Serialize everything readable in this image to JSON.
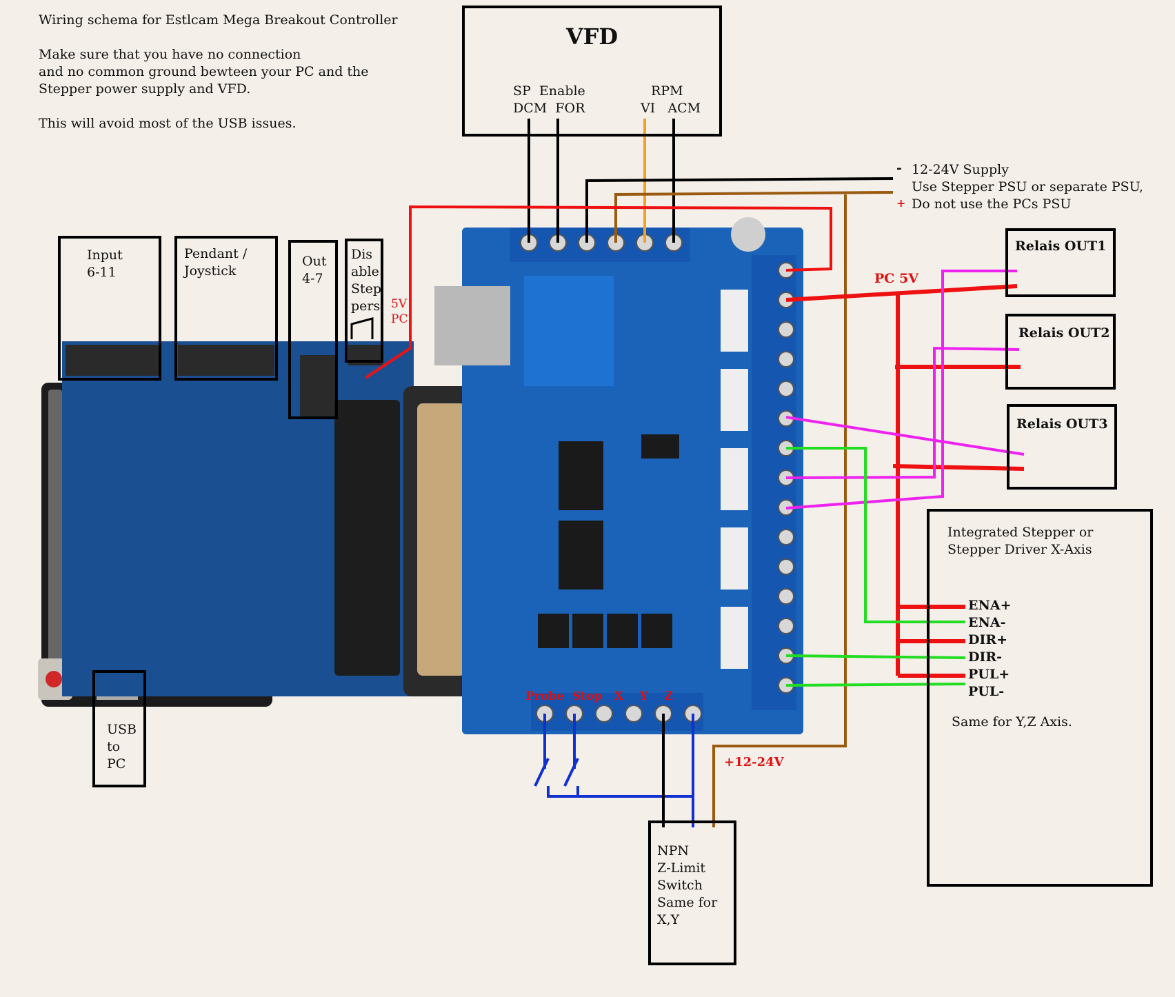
{
  "header": {
    "title": "Wiring schema for Estlcam Mega Breakout Controller",
    "line1": "Make sure that you have no connection",
    "line2": "and no common ground bewteen your PC and the",
    "line3": "Stepper power supply and VFD.",
    "line4": "This will avoid most of the USB issues."
  },
  "vfd": {
    "title": "VFD",
    "sp_enable": "SP  Enable",
    "dcm_for": "DCM  FOR",
    "rpm": "RPM",
    "vi_acm": "VI   ACM"
  },
  "supply": {
    "minus": "-",
    "line1": "12-24V Supply",
    "line2": "Use Stepper PSU or separate PSU,",
    "plus": "+",
    "line3": "Do not use the PCs PSU"
  },
  "boxes": {
    "input": "Input\n6-11",
    "pendant": "Pendant /\nJoystick",
    "out": "Out\n4-7",
    "disable": "Dis\nable\nStep\npers",
    "usb": "USB\nto\nPC",
    "npn": "NPN\nZ-Limit\nSwitch\nSame for\nX,Y"
  },
  "labels": {
    "pc5v_small": "5V\nPC",
    "pc5v": "PC 5V",
    "plus1224": "+12-24V",
    "board_bottom": "Probe  Stop   X    Y    Z"
  },
  "relais": [
    "Relais OUT1",
    "Relais OUT2",
    "Relais OUT3"
  ],
  "stepper": {
    "title": "Integrated Stepper or\nStepper Driver X-Axis",
    "pins": [
      "ENA+",
      "ENA-",
      "DIR+",
      "DIR-",
      "PUL+",
      "PUL-"
    ],
    "note": "Same for Y,Z Axis."
  },
  "colors": {
    "board_blue": "#1a63b8",
    "mega_black": "#1c1c1c",
    "wire_red": "#ee1111",
    "wire_green": "#22dd22",
    "wire_magenta": "#ee22ee",
    "wire_orange": "#f5a020",
    "wire_brown": "#9a5a10",
    "wire_blue": "#1030d0"
  }
}
